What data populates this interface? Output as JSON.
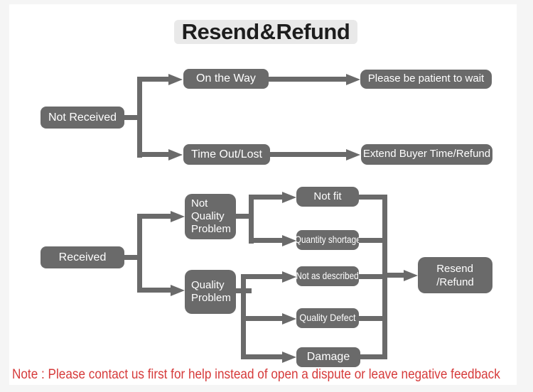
{
  "title": {
    "left": "Resend",
    "amp": "&",
    "right": "Refund"
  },
  "nodes": {
    "not_received": "Not Received",
    "on_the_way": "On the Way",
    "please_wait": "Please be patient to wait",
    "time_out_lost": "Time Out/Lost",
    "extend_refund": "Extend Buyer Time/Refund",
    "received": "Received",
    "not_quality_problem_lines": [
      "Not",
      "Quality",
      "Problem"
    ],
    "quality_problem_lines": [
      "Quality",
      "Problem"
    ],
    "not_fit": "Not fit",
    "quantity_shortage": "Quantity shortage",
    "not_as_described": "Not as described",
    "quality_defect": "Quality Defect",
    "damage": "Damage",
    "resend_refund_lines": [
      "Resend",
      "/Refund"
    ]
  },
  "note": "Note : Please contact us first for help instead of open a dispute or leave negative feedback",
  "colors": {
    "node_fill": "#6a6a6a",
    "node_text": "#ffffff",
    "title_bg": "#e9e9e9",
    "title_text": "#1d1d1d",
    "note_red": "#d63a3a",
    "frame_bg": "#f5f5f5",
    "canvas_bg": "#ffffff"
  }
}
